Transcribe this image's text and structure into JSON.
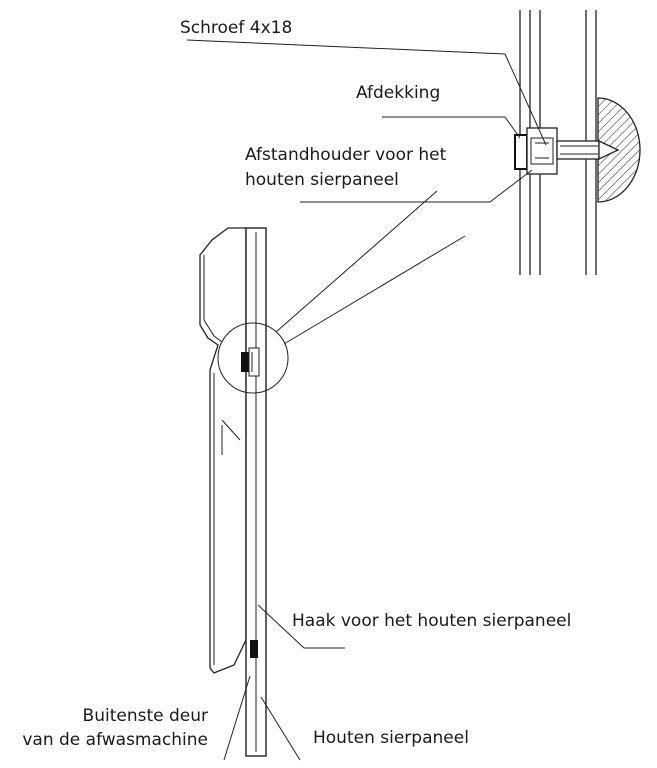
{
  "labels": {
    "screw": "Schroef 4x18",
    "cover": "Afdekking",
    "spacer_line1": "Afstandhouder voor het",
    "spacer_line2": "houten sierpaneel",
    "hook": "Haak voor het houten sierpaneel",
    "outer_door_line1": "Buitenste deur",
    "outer_door_line2": "van de afwasmachine",
    "panel": "Houten sierpaneel"
  }
}
